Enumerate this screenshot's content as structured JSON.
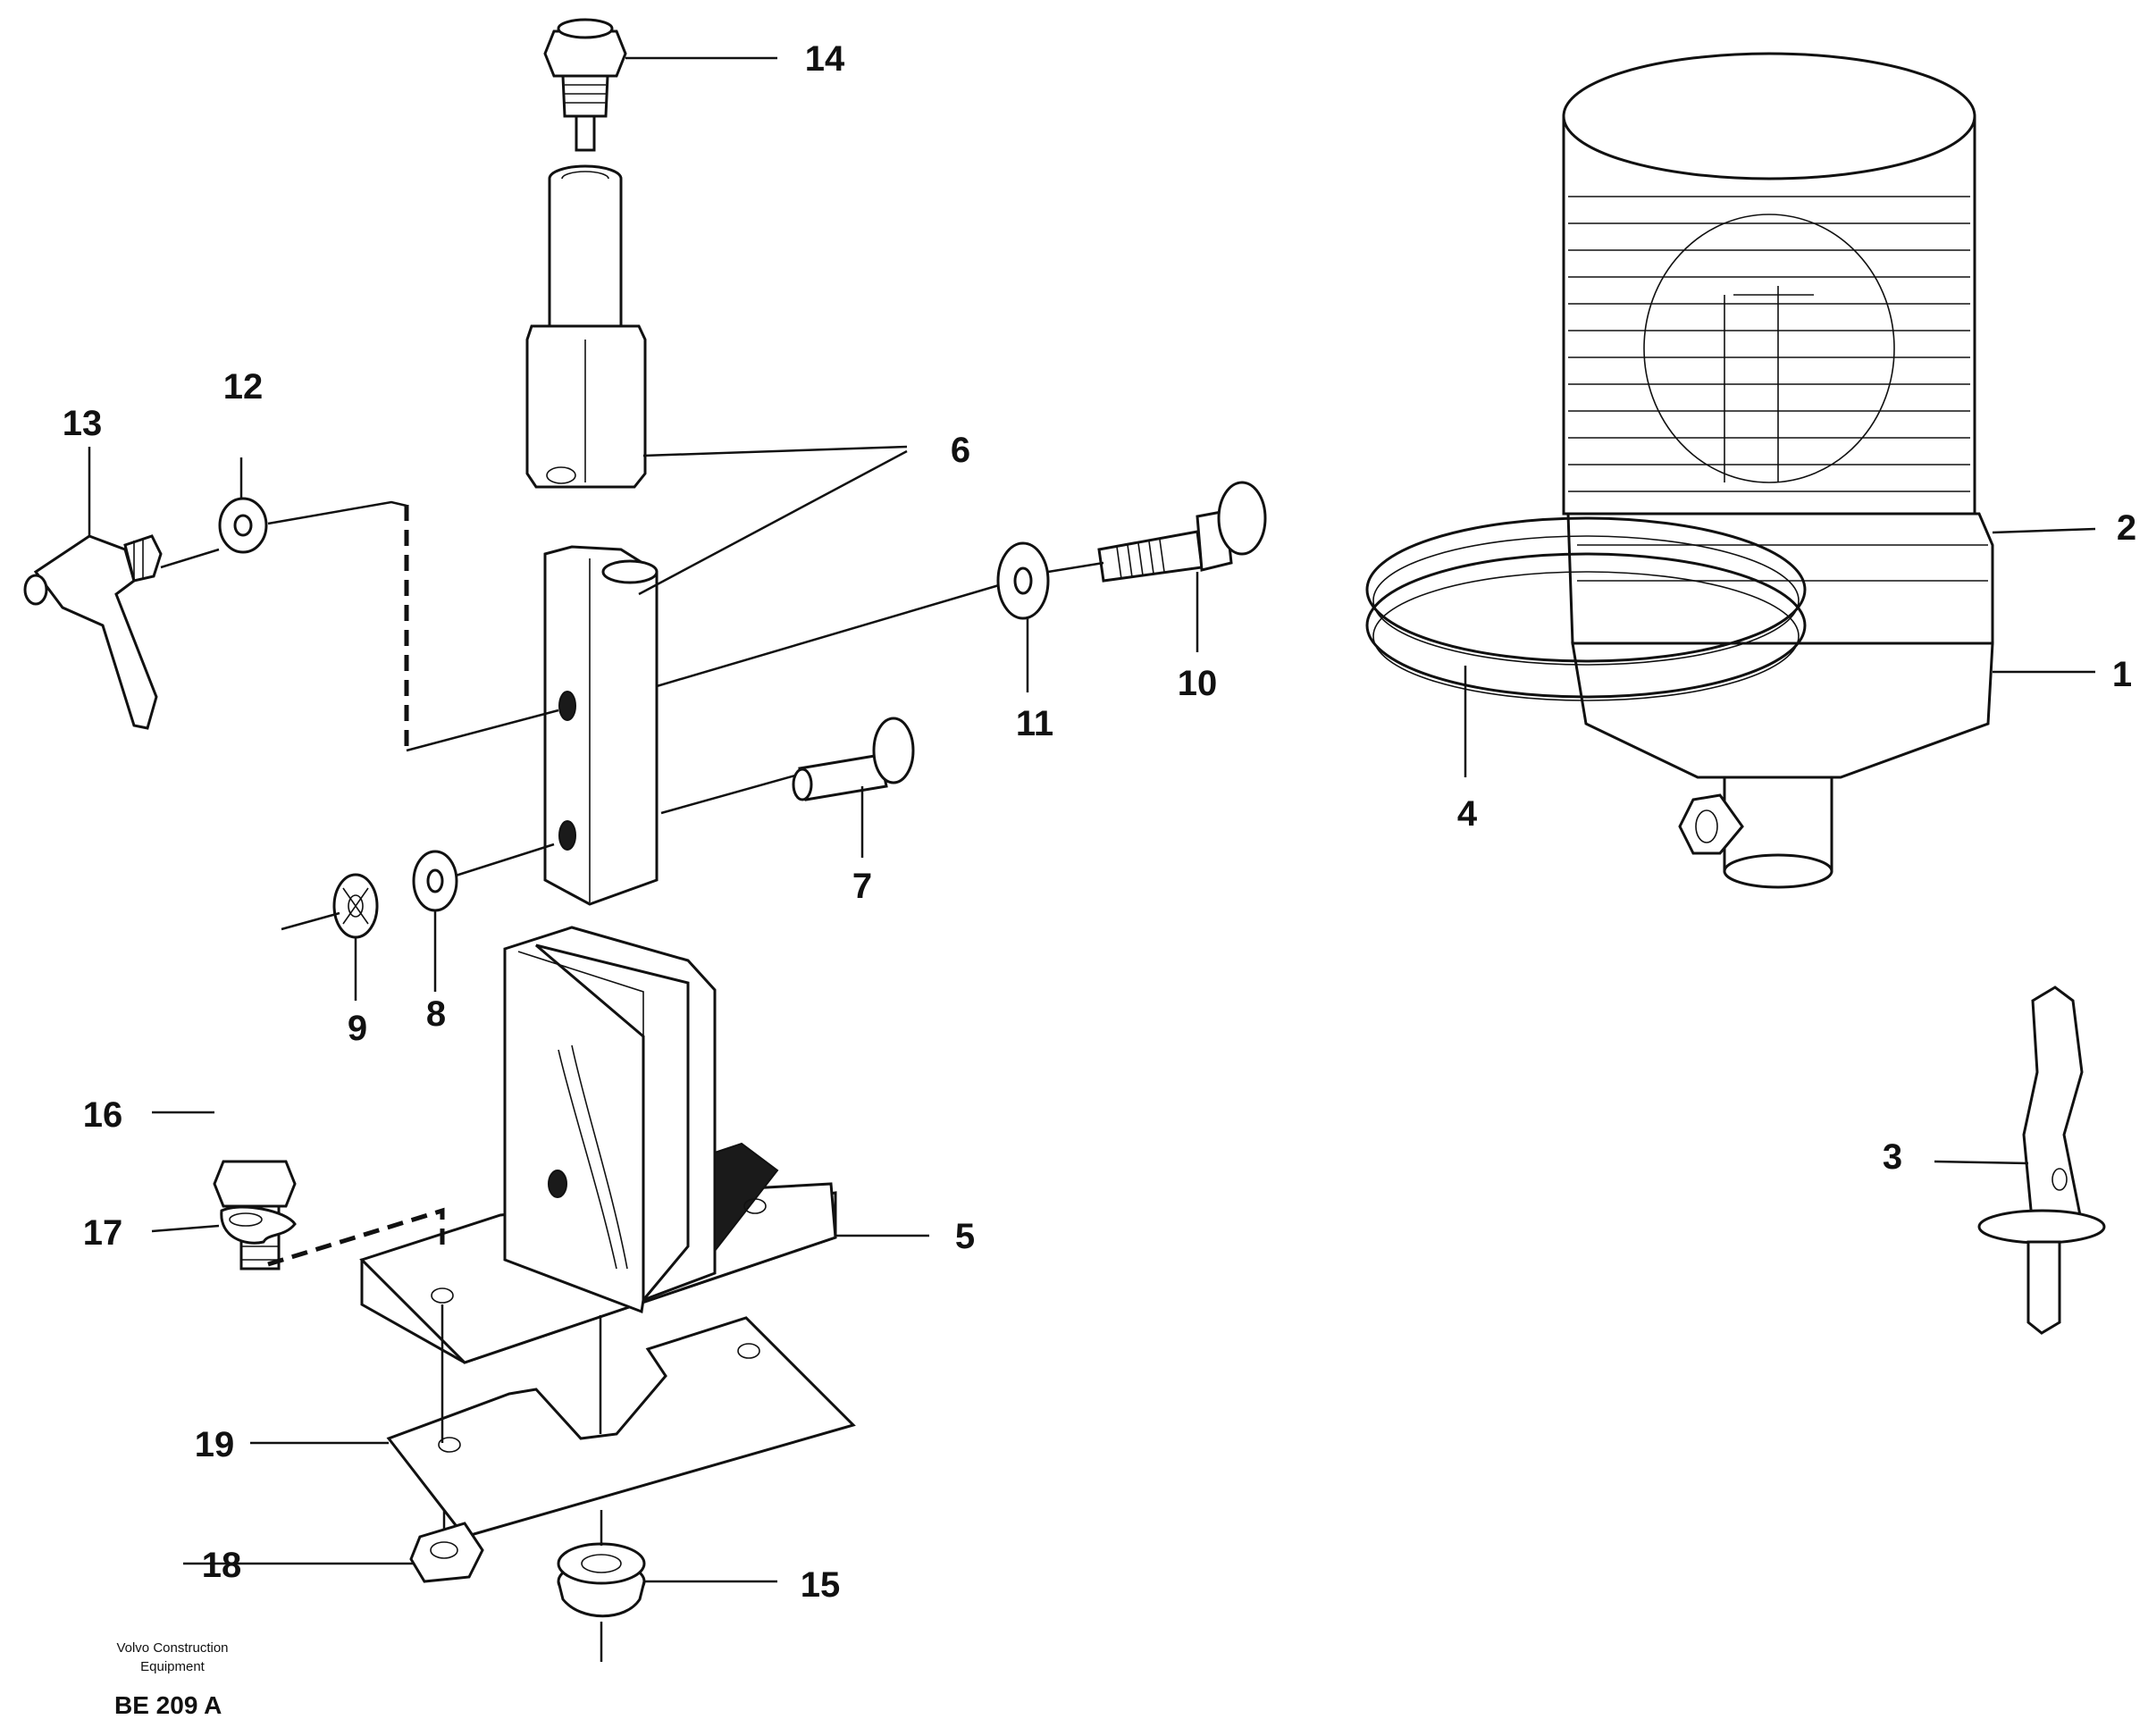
{
  "callouts": {
    "c1": "1",
    "c2": "2",
    "c3": "3",
    "c4": "4",
    "c5": "5",
    "c6": "6",
    "c7": "7",
    "c8": "8",
    "c9": "9",
    "c10": "10",
    "c11": "11",
    "c12": "12",
    "c13": "13",
    "c14": "14",
    "c15": "15",
    "c16": "16",
    "c17": "17",
    "c18": "18",
    "c19": "19"
  },
  "footer": {
    "credit_line1": "Volvo Construction",
    "credit_line2": "Equipment",
    "figure_code": "BE 209 A"
  }
}
